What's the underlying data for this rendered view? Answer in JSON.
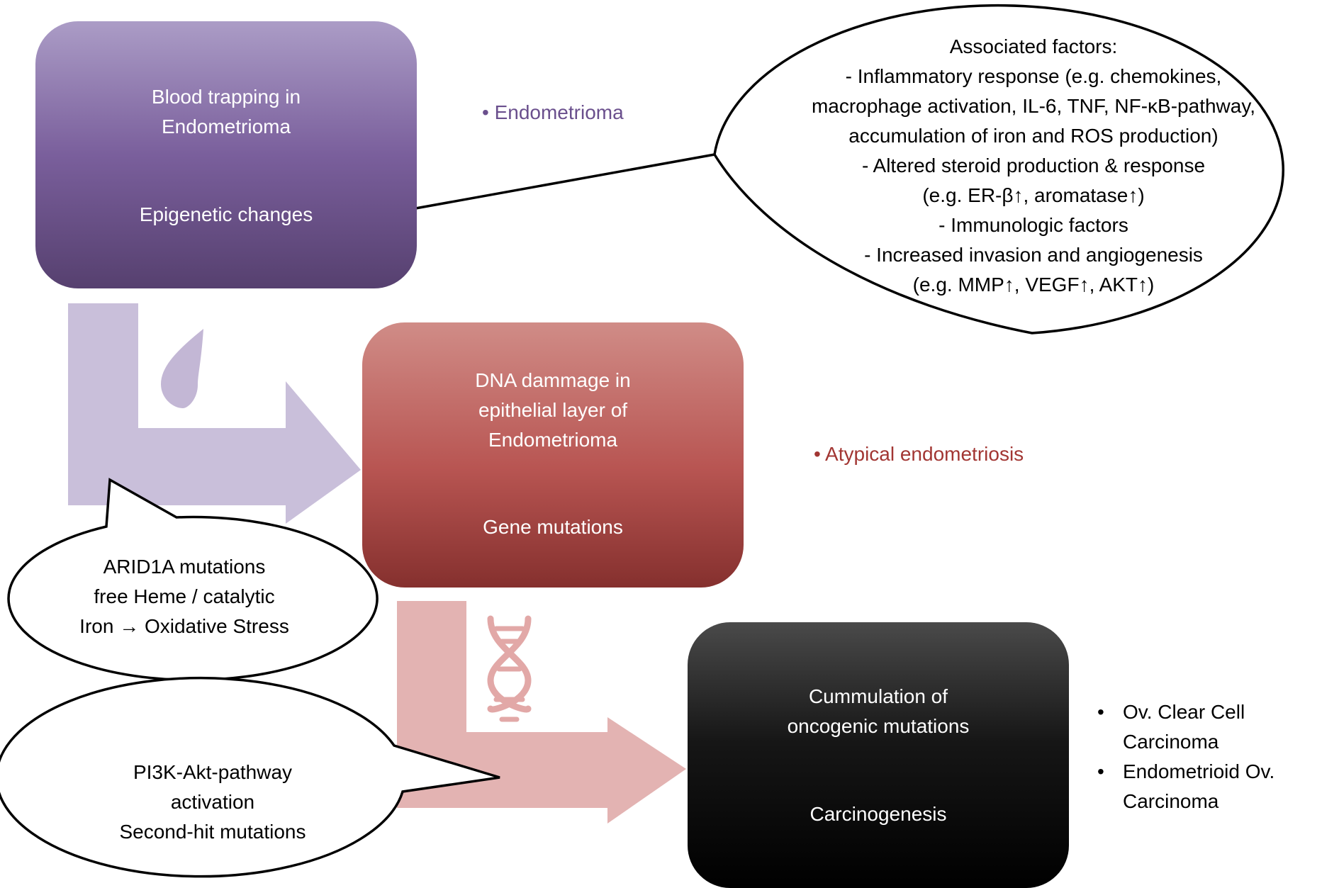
{
  "diagram": {
    "colors": {
      "purple_accent": "#6a4f8d",
      "red_accent": "#a23633",
      "arrow_purple": "#c9bfda",
      "arrow_pink": "#e3b3b2"
    },
    "boxes": {
      "top": {
        "line1": "Blood trapping in\nEndometrioma",
        "line2": "Epigenetic changes"
      },
      "middle": {
        "line1": "DNA dammage in\nepithelial layer of\nEndometrioma",
        "line2": "Gene mutations"
      },
      "bottom": {
        "line1": "Cummulation of\noncogenic mutations",
        "line2": "Carcinogenesis"
      }
    },
    "labels": {
      "endometrioma": "• Endometrioma",
      "atypical": "• Atypical endometriosis"
    },
    "outcomes": [
      "Ov. Clear Cell\nCarcinoma",
      "Endometrioid Ov.\nCarcinoma"
    ],
    "bubbles": {
      "associated_factors": "Associated factors:\n- Inflammatory response (e.g. chemokines,\nmacrophage activation, IL-6, TNF, NF-κB-pathway,\naccumulation of iron and ROS production)\n- Altered steroid production & response\n(e.g. ER-β↑, aromatase↑)\n- Immunologic factors\n- Increased invasion and angiogenesis\n(e.g. MMP↑, VEGF↑, AKT↑)",
      "arid1a": "ARID1A mutations\nfree Heme / catalytic\nIron → Oxidative Stress",
      "pi3k": "PI3K-Akt-pathway\nactivation\nSecond-hit mutations"
    },
    "icons": [
      "blood-drop-icon",
      "dna-icon"
    ]
  }
}
